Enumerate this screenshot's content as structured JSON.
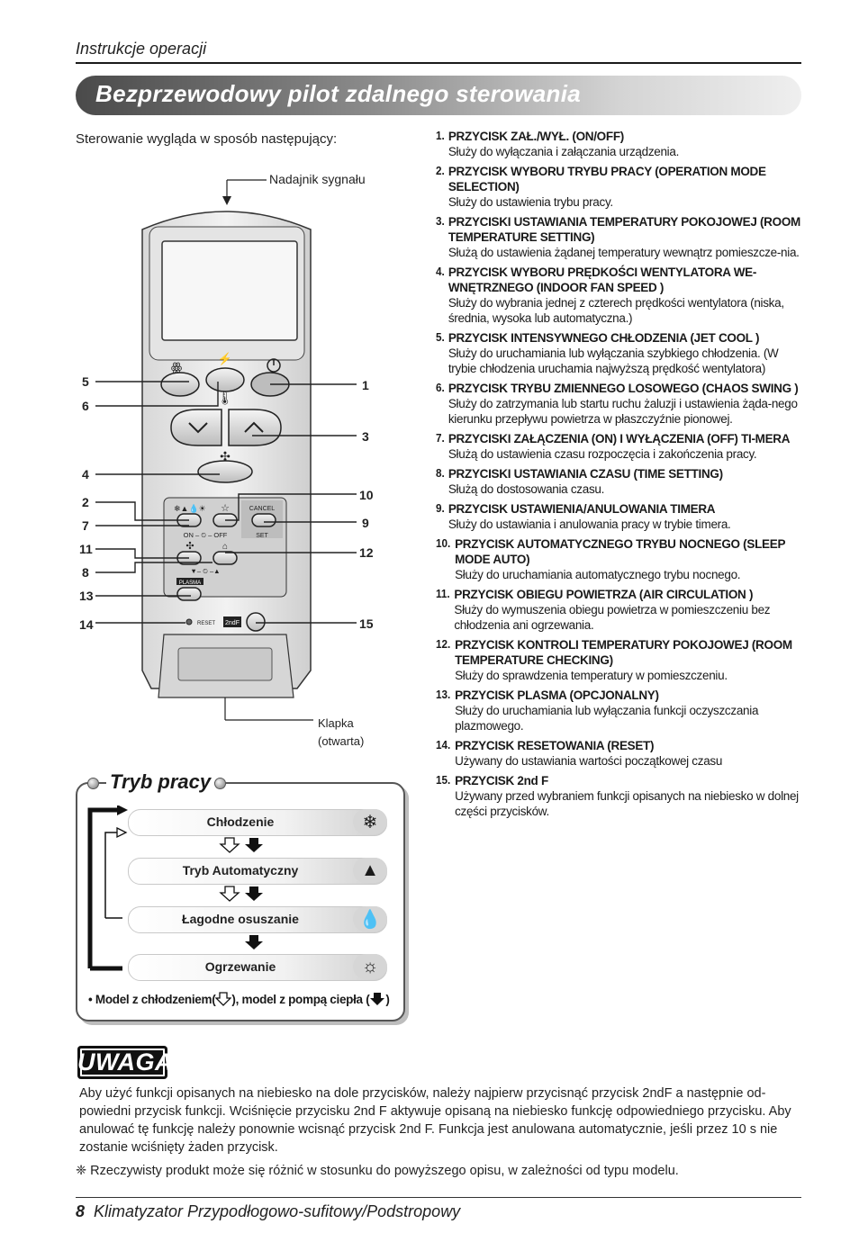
{
  "header": {
    "section_label": "Instrukcje operacji"
  },
  "title": "Bezprzewodowy pilot zdalnego sterowania",
  "intro": "Sterowanie wygląda w sposób następujący:",
  "diagram": {
    "transmitter_label": "Nadajnik sygnału",
    "flap_label_1": "Klapka",
    "flap_label_2": "(otwarta)",
    "left_callouts": [
      "5",
      "6",
      "4",
      "2",
      "7",
      "11",
      "8",
      "13",
      "14"
    ],
    "right_callouts": [
      "1",
      "3",
      "10",
      "9",
      "12",
      "15"
    ],
    "button_texts": {
      "cancel": "CANCEL",
      "set": "SET",
      "on_off": "ON – ⏲ – OFF",
      "time": "▼– ⏲ –▲",
      "plasma": "PLASMA",
      "reset": "RESET",
      "second_f": "2ndF"
    }
  },
  "descriptions": [
    {
      "num": "1.",
      "head": "PRZYCISK ZAŁ./WYŁ. (ON/OFF)",
      "text": "Służy do wyłączania i załączania urządzenia."
    },
    {
      "num": "2.",
      "head": "PRZYCISK WYBORU TRYBU PRACY (OPERATION MODE SELECTION)",
      "text": "Służy do ustawienia trybu pracy."
    },
    {
      "num": "3.",
      "head": "PRZYCISKI USTAWIANIA TEMPERATURY POKOJOWEJ (ROOM TEMPERATURE SETTING)",
      "text": "Służą do ustawienia żądanej temperatury wewnątrz pomieszcze-nia."
    },
    {
      "num": "4.",
      "head": "PRZYCISK WYBORU PRĘDKOŚCI WENTYLATORA WE-WNĘTRZNEGO (INDOOR FAN SPEED )",
      "text": "Służy do wybrania jednej z czterech prędkości wentylatora (niska, średnia, wysoka lub automatyczna.)"
    },
    {
      "num": "5.",
      "head": "PRZYCISK INTENSYWNEGO CHŁODZENIA (JET COOL )",
      "text": "Służy do uruchamiania lub wyłączania szybkiego chłodzenia. (W trybie chłodzenia uruchamia najwyższą prędkość wentylatora)"
    },
    {
      "num": "6.",
      "head": "PRZYCISK TRYBU ZMIENNEGO LOSOWEGO (CHAOS SWING )",
      "text": "Służy do zatrzymania lub startu ruchu żaluzji i ustawienia żąda-nego kierunku przepływu powietrza w płaszczyźnie pionowej."
    },
    {
      "num": "7.",
      "head": "PRZYCISKI ZAŁĄCZENIA (ON) I WYŁĄCZENIA (OFF) TI-MERA",
      "text": "Służą do ustawienia czasu rozpoczęcia i zakończenia pracy."
    },
    {
      "num": "8.",
      "head": "PRZYCISKI USTAWIANIA CZASU (TIME SETTING)",
      "text": "Służą do dostosowania czasu."
    },
    {
      "num": "9.",
      "head": "PRZYCISK USTAWIENIA/ANULOWANIA TIMERA",
      "text": "Służy do ustawiania i anulowania pracy w trybie timera."
    },
    {
      "num": "10.",
      "head": "PRZYCISK AUTOMATYCZNEGO TRYBU NOCNEGO (SLEEP MODE AUTO)",
      "text": "Służy do uruchamiania automatycznego trybu nocnego."
    },
    {
      "num": "11.",
      "head": "PRZYCISK OBIEGU POWIETRZA (AIR CIRCULATION )",
      "text": "Służy do wymuszenia obiegu powietrza w pomieszczeniu bez chłodzenia ani ogrzewania."
    },
    {
      "num": "12.",
      "head": "PRZYCISK KONTROLI TEMPERATURY POKOJOWEJ (ROOM TEMPERATURE CHECKING)",
      "text": "Służy do sprawdzenia temperatury w pomieszczeniu."
    },
    {
      "num": "13.",
      "head": "PRZYCISK PLASMA (OPCJONALNY)",
      "text": "Służy do uruchamiania lub wyłączania funkcji oczyszczania plazmowego."
    },
    {
      "num": "14.",
      "head": "PRZYCISK RESETOWANIA (RESET)",
      "text": "Używany do ustawiania wartości początkowej czasu"
    },
    {
      "num": "15.",
      "head": "PRZYCISK 2nd F",
      "text": "Używany przed wybraniem funkcji opisanych na niebiesko w dolnej części przycisków."
    }
  ],
  "tryb": {
    "title": "Tryb pracy",
    "modes": [
      {
        "label": "Chłodzenie",
        "icon": "snowflake-icon"
      },
      {
        "label": "Tryb Automatyczny",
        "icon": "auto-icon"
      },
      {
        "label": "Łagodne osuszanie",
        "icon": "droplet-icon"
      },
      {
        "label": "Ogrzewanie",
        "icon": "sun-icon"
      }
    ],
    "legend_prefix": "• Model z chłodzeniem(",
    "legend_mid": "), model z pompą ciepła (",
    "legend_suffix": ")"
  },
  "uwaga": {
    "badge": "UWAGA",
    "text": "Aby użyć funkcji opisanych na niebiesko na dole przycisków, należy najpierw przycisnąć przycisk 2ndF a następnie od-powiedni przycisk funkcji. Wciśnięcie przycisku 2nd F aktywuje opisaną na niebiesko funkcję odpowiedniego przycisku. Aby anulować tę funkcję należy ponownie wcisnąć przycisk 2nd F.  Funkcja jest anulowana automatycznie, jeśli przez 10 s nie zostanie wciśnięty żaden przycisk.",
    "note": "❈ Rzeczywisty produkt może się różnić w stosunku do powyższego opisu, w zależności od typu modelu."
  },
  "footer": {
    "page_number": "8",
    "text": "Klimatyzator Przypodłogowo-sufitowy/Podstropowy"
  }
}
